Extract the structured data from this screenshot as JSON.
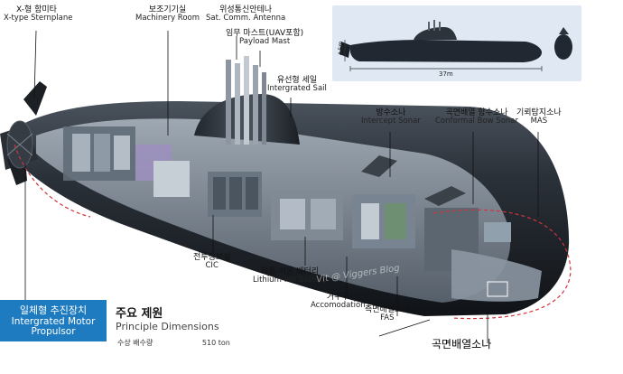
{
  "labels": {
    "sternplane": {
      "ko": "X-형 함미타",
      "en": "X-type Sternplane"
    },
    "machinery": {
      "ko": "보조기기실",
      "en": "Machinery Room"
    },
    "satcomm": {
      "ko": "위성통신안테나",
      "en": "Sat. Comm. Antenna"
    },
    "payload": {
      "ko": "임무 마스트(UAV포함)",
      "en": "Payload Mast"
    },
    "sail": {
      "ko": "유선형 세일",
      "en": "Intergrated Sail"
    },
    "intercept": {
      "ko": "방수소나",
      "en": "Intercept Sonar"
    },
    "bowsonar": {
      "ko": "곡면배열 함수소나",
      "en": "Conformal Bow Sonar"
    },
    "mas": {
      "ko": "기뢰탐지소나",
      "en": "MAS"
    },
    "cic": {
      "ko": "전투정보실",
      "en": "CIC"
    },
    "battery": {
      "ko": "리튬-이온 배터리",
      "en": "Lithium-Ion Battery"
    },
    "accom": {
      "ko": "거주구",
      "en": "Accomodation"
    },
    "fas": {
      "ko": "측면배열소나",
      "en": "FAS"
    }
  },
  "propulsor": {
    "ko": "일체형 추진장치",
    "en1": "Intergrated Motor",
    "en2": "Propulsor"
  },
  "specs": {
    "ko": "주요 제원",
    "en": "Principle Dimensions",
    "row_label": "수상 배수량",
    "row_value": "510 ton"
  },
  "inset": {
    "length": "37m",
    "height": "4.5m"
  },
  "watermark": "Vit @ Viggers Blog",
  "bottom_caption": "곡면배열소나",
  "colors": {
    "hull": "#2b3139",
    "hull_dark": "#14181d",
    "interior": "#8d99a6",
    "accent_green": "#6f8f73",
    "inset_bg": "#dfe8f3",
    "propulsor_bg": "#1f7bbf",
    "dashed": "#d0343b"
  }
}
